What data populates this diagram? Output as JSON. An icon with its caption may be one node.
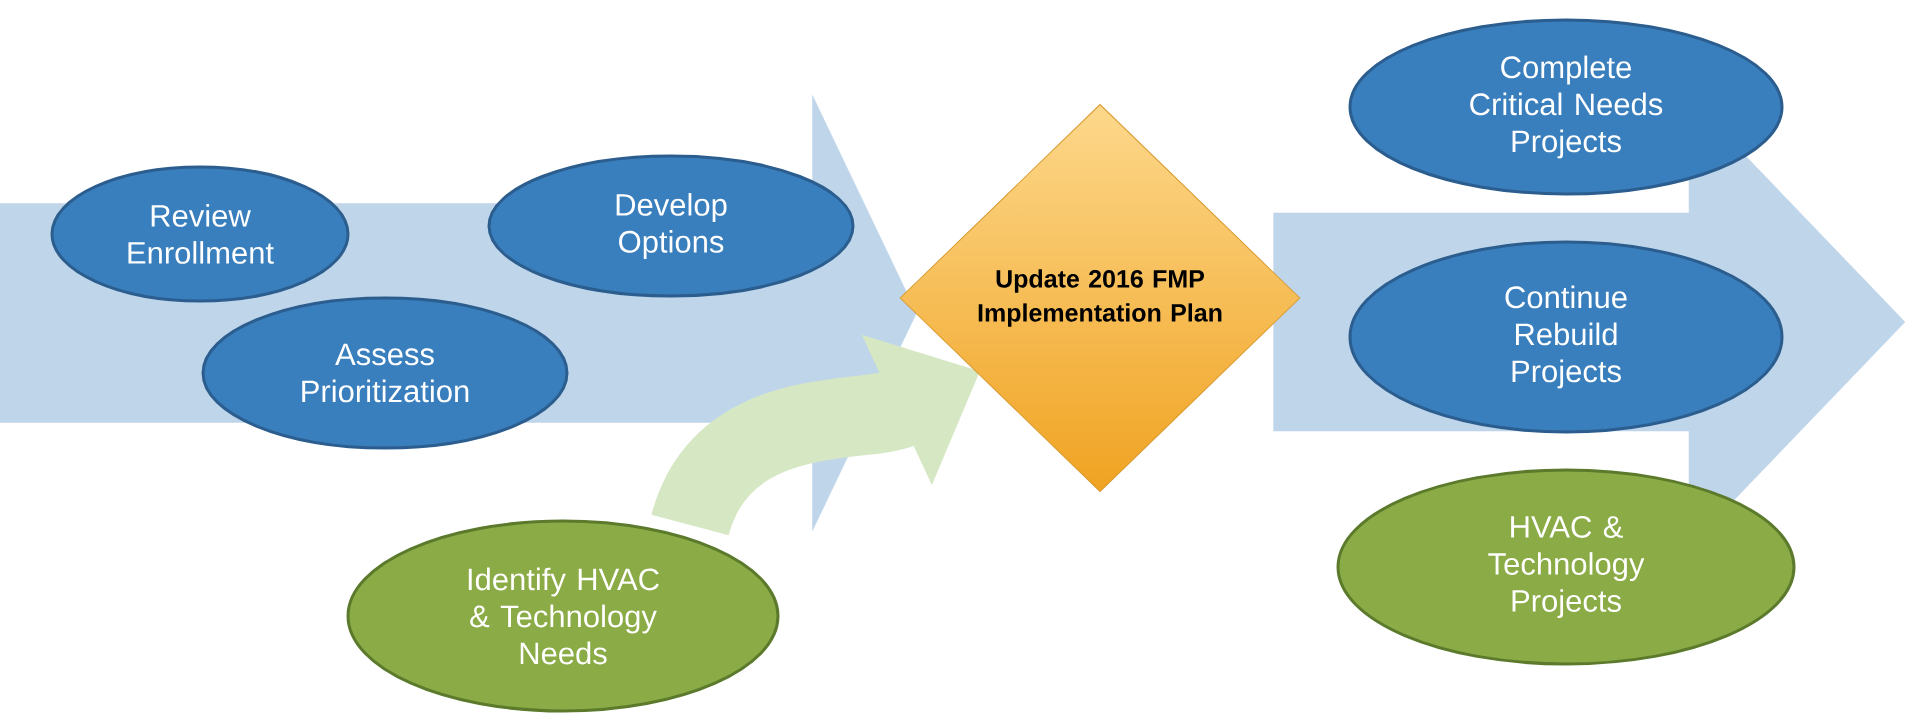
{
  "diagram": {
    "nodes": [
      {
        "text": [
          "Review Enrollment"
        ]
      },
      {
        "text": [
          "Develop Options"
        ]
      },
      {
        "text": [
          "Assess Prioritization"
        ]
      },
      {
        "text": [
          "Identify HVAC & Technology Needs"
        ]
      },
      {
        "text": [
          "Update 2016 FMP Implementation Plan"
        ]
      },
      {
        "text": [
          "Complete Critical Needs Projects"
        ]
      },
      {
        "text": [
          "Continue Rebuild Projects"
        ]
      },
      {
        "text": [
          "HVAC & Technology Projects"
        ]
      }
    ],
    "edges": [
      {
        "from": null,
        "to": 4,
        "arrow": "to"
      },
      {
        "from": 3,
        "to": 4,
        "arrow": "to",
        "color": "#d6e7c4"
      },
      {
        "from": 4,
        "to": null,
        "arrow": "to"
      }
    ]
  }
}
